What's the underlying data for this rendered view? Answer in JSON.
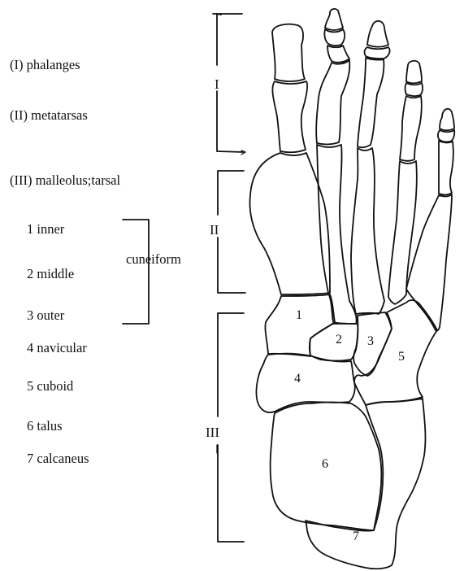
{
  "legend": {
    "phalanges": "(I) phalanges",
    "metatarsas": "(II) metatarsas",
    "tarsal": "(III) malleolus;tarsal",
    "inner": "1 inner",
    "middle": "2 middle",
    "outer": "3 outer",
    "cuneiform": "cuneiform",
    "navicular": "4 navicular",
    "cuboid": "5 cuboid",
    "talus": "6 talus",
    "calcaneus": "7 calcaneus"
  },
  "brackets": {
    "I": "I",
    "II": "II",
    "III": "III"
  },
  "bone_numbers": {
    "b1": "1",
    "b2": "2",
    "b3": "3",
    "b4": "4",
    "b5": "5",
    "b6": "6",
    "b7": "7"
  }
}
